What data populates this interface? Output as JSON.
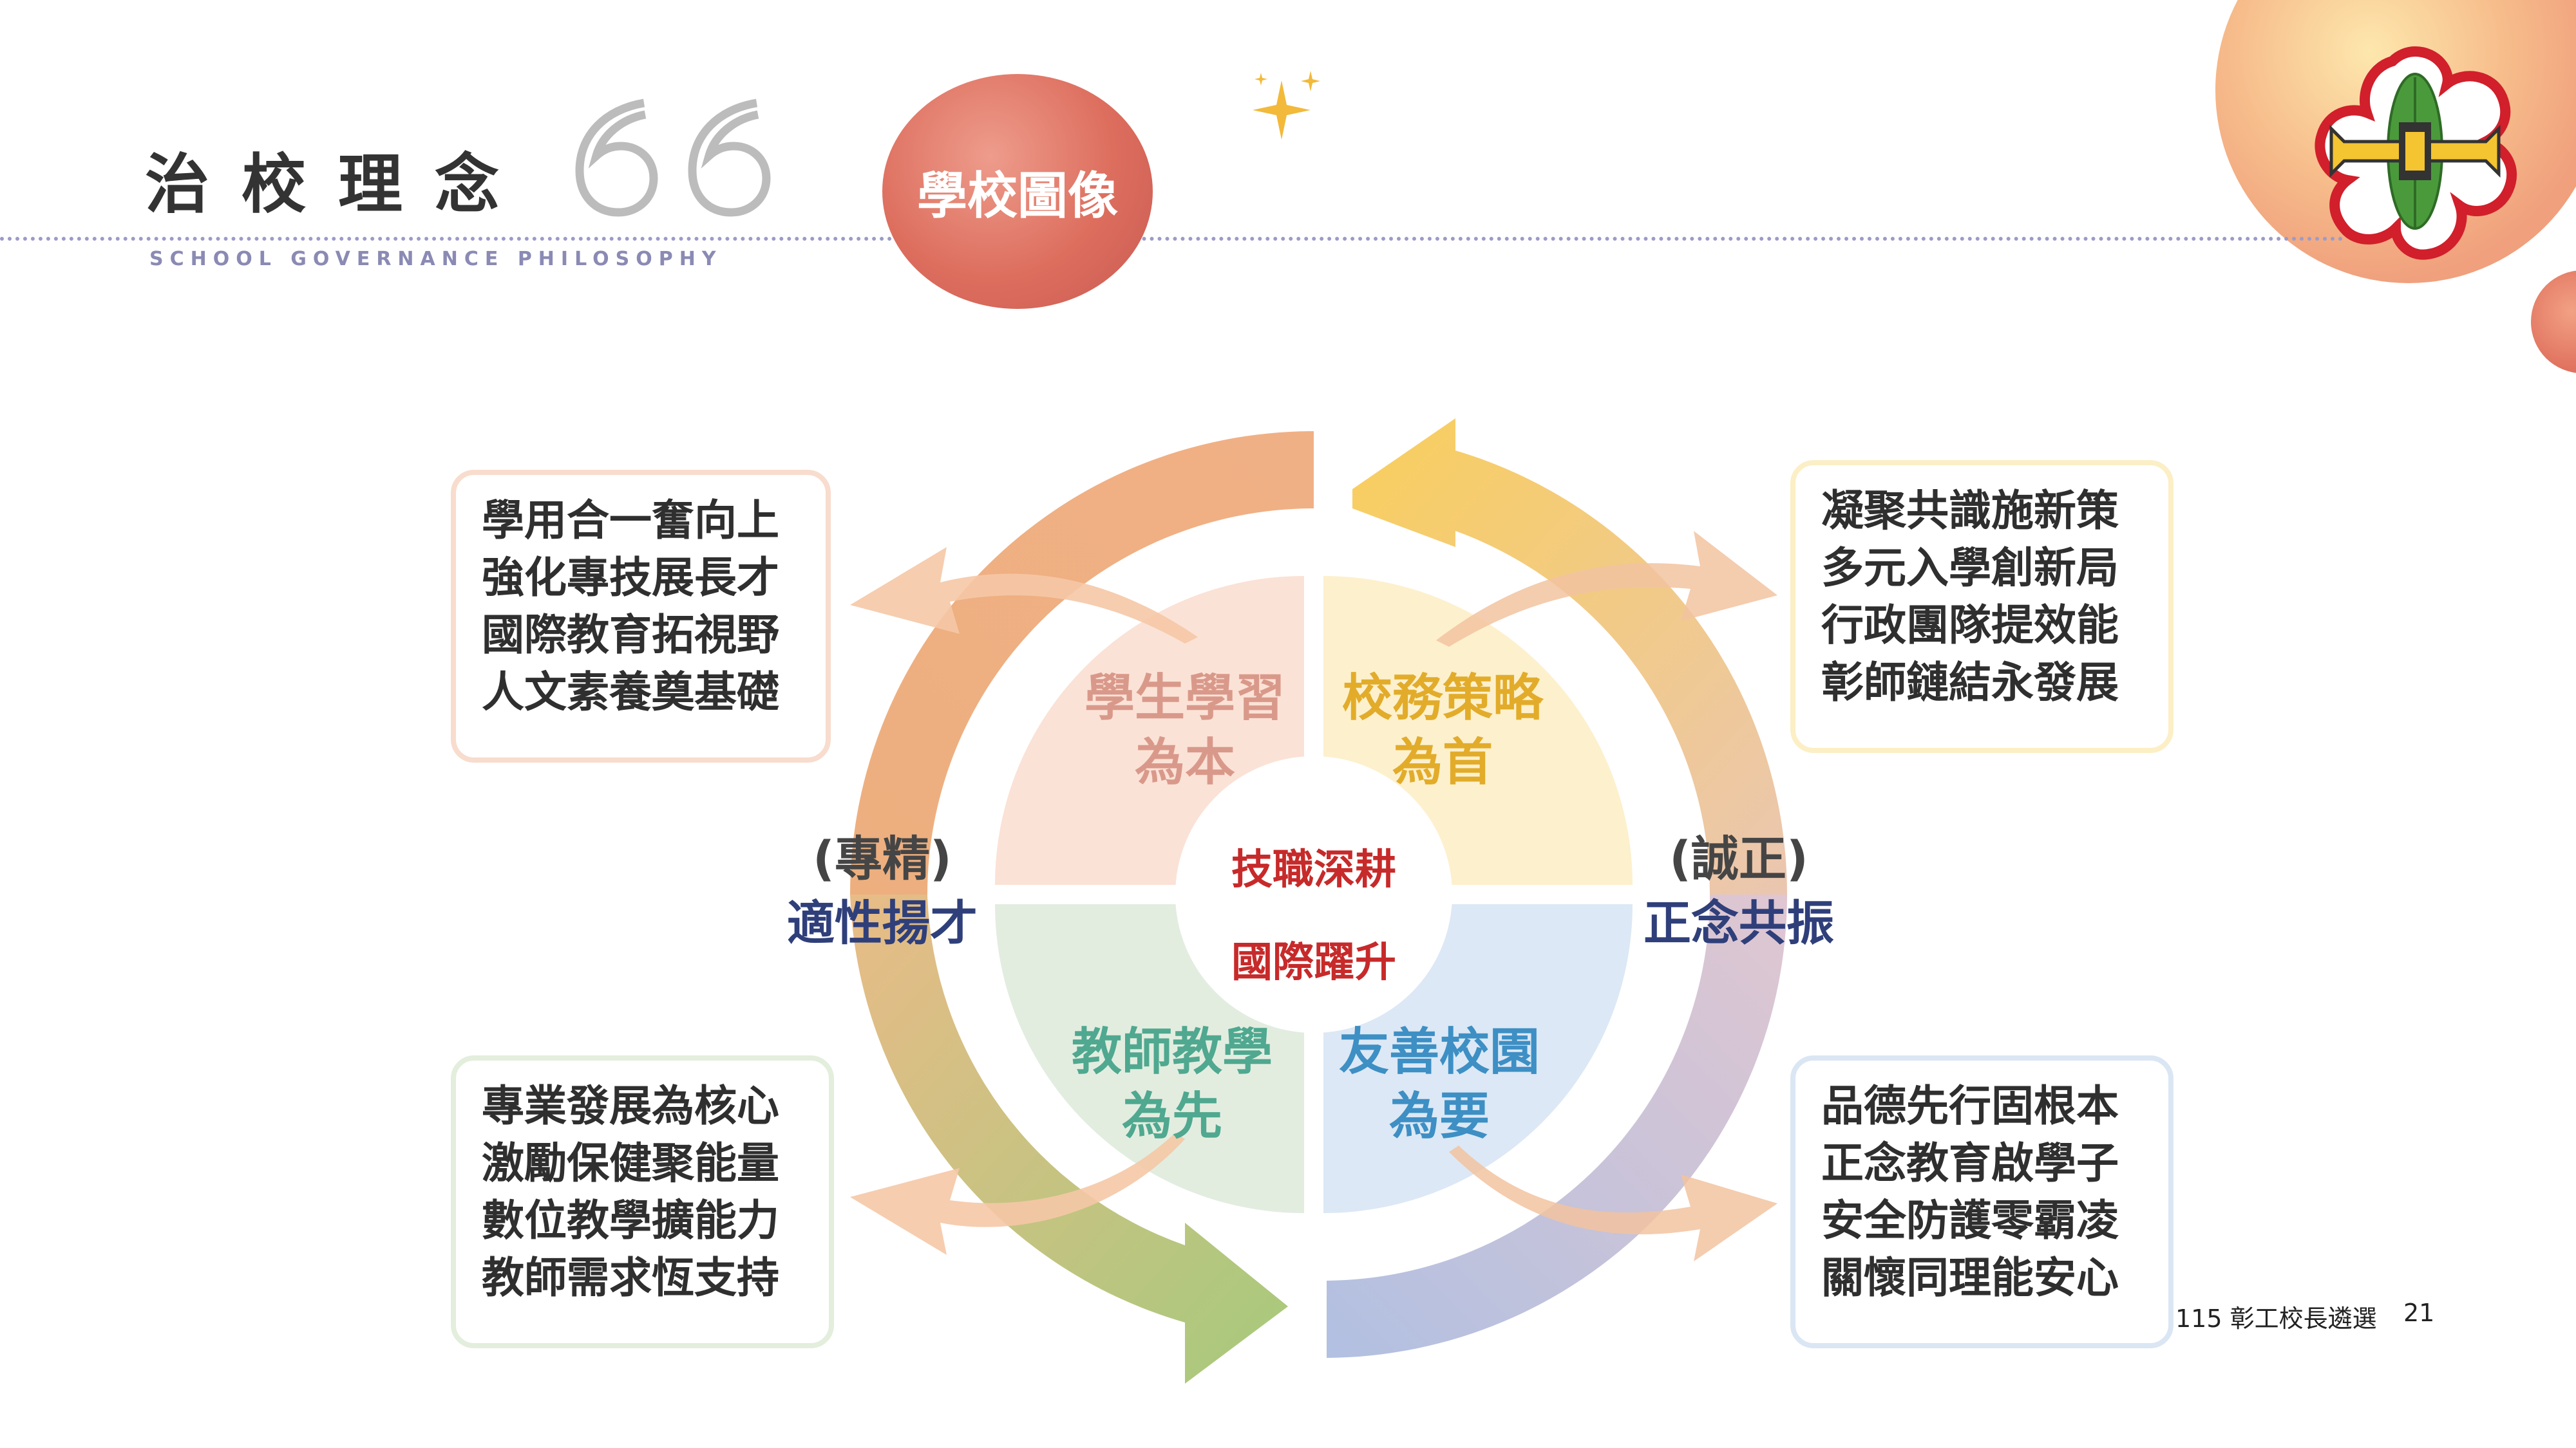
{
  "header": {
    "title": "治校理念",
    "subtitle": "SCHOOL GOVERNANCE PHILOSOPHY",
    "badge": "學校圖像"
  },
  "center": {
    "line1": "技職深耕",
    "line2": "國際躍升"
  },
  "quadrants": {
    "top_left": {
      "line1": "學生學習",
      "line2": "為本",
      "color": "#d9998a"
    },
    "top_right": {
      "line1": "校務策略",
      "line2": "為首",
      "color": "#e2ac2a"
    },
    "bottom_left": {
      "line1": "教師教學",
      "line2": "為先",
      "color": "#4fa88f"
    },
    "bottom_right": {
      "line1": "友善校園",
      "line2": "為要",
      "color": "#3d8fc4"
    }
  },
  "sides": {
    "left": {
      "line1": "(專精)",
      "line2": "適性揚才"
    },
    "right": {
      "line1": "(誠正)",
      "line2": "正念共振"
    }
  },
  "boxes": {
    "top_left": [
      "學用合一奮向上",
      "強化專技展長才",
      "國際教育拓視野",
      "人文素養奠基礎"
    ],
    "top_right": [
      "凝聚共識施新策",
      "多元入學創新局",
      "行政團隊提效能",
      "彰師鏈結永發展"
    ],
    "bottom_left": [
      "專業發展為核心",
      "激勵保健聚能量",
      "數位教學擴能力",
      "教師需求恆支持"
    ],
    "bottom_right": [
      "品德先行固根本",
      "正念教育啟學子",
      "安全防護零霸凌",
      "關懷同理能安心"
    ]
  },
  "footer": {
    "text": "115 彰工校長遴選",
    "page": "21"
  },
  "icons": [
    "quote-icon",
    "sparkle-icon",
    "school-logo-icon"
  ]
}
